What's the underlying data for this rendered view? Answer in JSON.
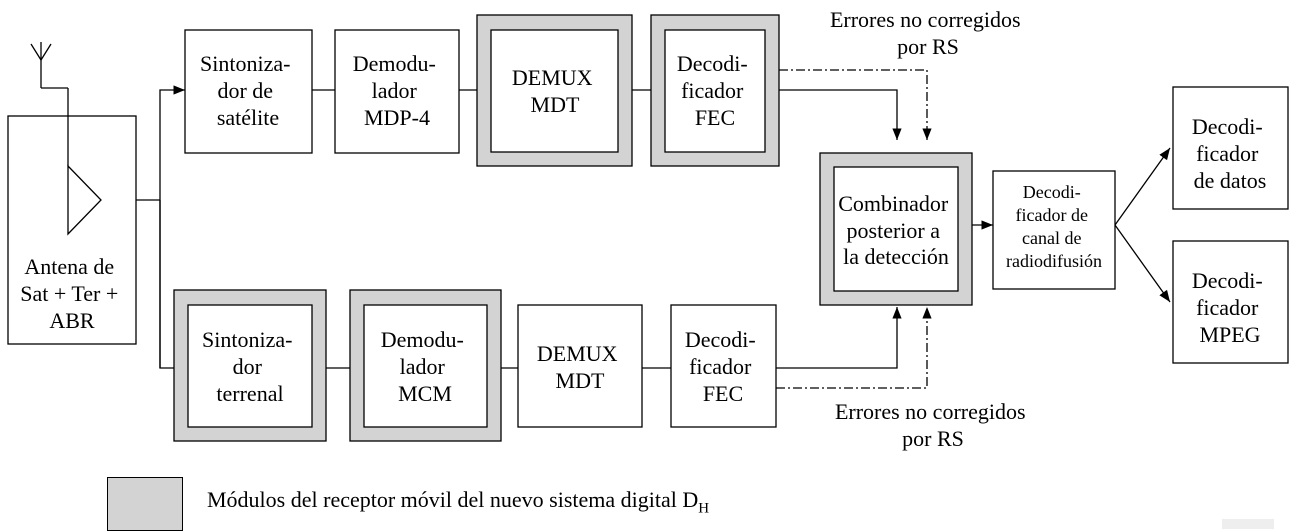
{
  "colors": {
    "shade": "#d3d3d3",
    "line": "#000000",
    "background": "#ffffff"
  },
  "blocks": {
    "antena": [
      "Antena de",
      "Sat + Ter +",
      "ABR"
    ],
    "sint_sat": [
      "Sintoniza-",
      "dor de",
      "satélite"
    ],
    "demod_mdp4": [
      "Demodu-",
      "lador",
      "MDP-4"
    ],
    "demux_top": [
      "DEMUX",
      "MDT"
    ],
    "fec_top": [
      "Decodi-",
      "ficador",
      "FEC"
    ],
    "sint_ter": [
      "Sintoniza-",
      "dor",
      "terrenal"
    ],
    "demod_mcm": [
      "Demodu-",
      "lador",
      "MCM"
    ],
    "demux_bot": [
      "DEMUX",
      "MDT"
    ],
    "fec_bot": [
      "Decodi-",
      "ficador",
      "FEC"
    ],
    "combinador": [
      "Combinador",
      "posterior a",
      "la detección"
    ],
    "canal": [
      "Decodi-",
      "ficador de",
      "canal de",
      "radiodifusión"
    ],
    "datos": [
      "Decodi-",
      "ficador",
      "de datos"
    ],
    "mpeg": [
      "Decodi-",
      "ficador",
      "MPEG"
    ]
  },
  "annotations": {
    "errors_top": [
      "Errores no corregidos",
      "por RS"
    ],
    "errors_bottom": [
      "Errores no corregidos",
      "por RS"
    ]
  },
  "legend": {
    "text": "Módulos del receptor móvil del nuevo sistema digital D",
    "subscript": "H"
  }
}
